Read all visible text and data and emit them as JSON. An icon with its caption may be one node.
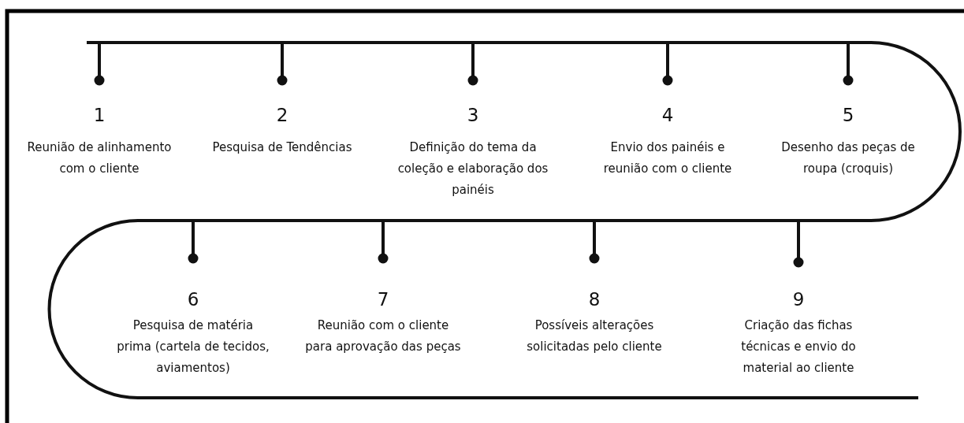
{
  "diagram": {
    "labels": [
      "1",
      "Reunião de alinhamento com o cliente",
      "2",
      "Pesquisa de Tendências",
      "3",
      "Definição do tema da coleção e elaboração dos painéis",
      "4",
      "Envio dos painéis e reunião com o cliente",
      "5",
      "Desenho das peças de roupa (croquis)",
      "6",
      "Pesquisa de matéria prima (cartela de tecidos, aviamentos)",
      "7",
      "Reunião com o cliente para aprovação das peças",
      "8",
      "Possíveis alterações solicitadas pelo cliente",
      "9",
      "Criação das fichas técnicas e envio do material ao cliente"
    ]
  }
}
